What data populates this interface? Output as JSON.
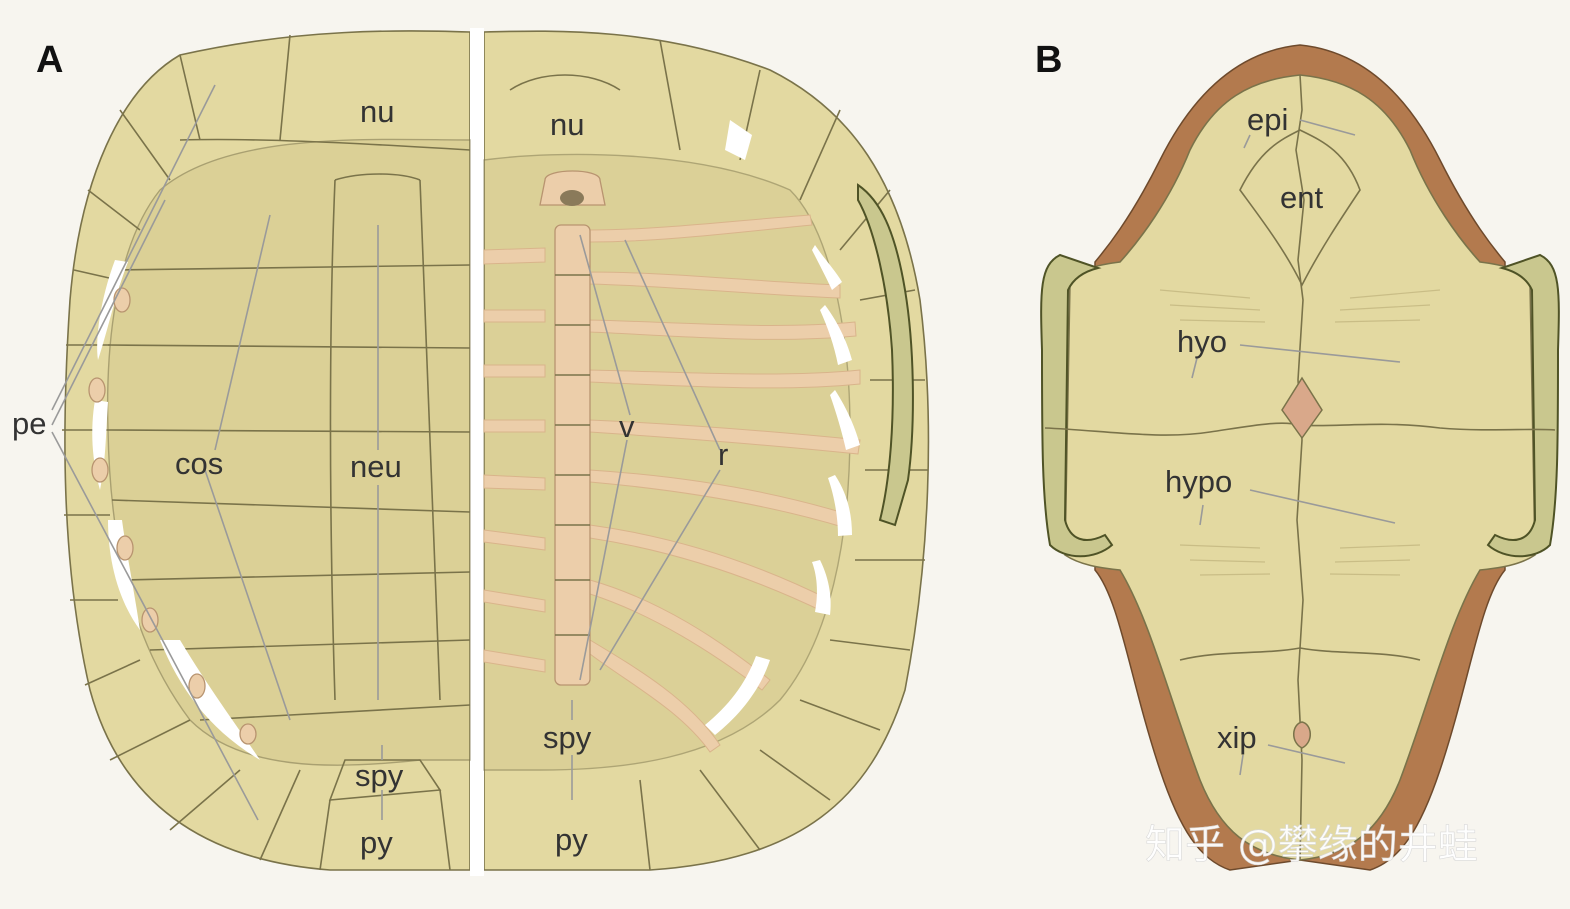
{
  "panels": {
    "a": {
      "letter": "A"
    },
    "b": {
      "letter": "B"
    }
  },
  "labels": {
    "nu_left": "nu",
    "nu_right": "nu",
    "pe": "pe",
    "cos": "cos",
    "neu": "neu",
    "spy_left": "spy",
    "spy_right": "spy",
    "py_left": "py",
    "py_right": "py",
    "v": "v",
    "r": "r",
    "epi": "epi",
    "ent": "ent",
    "hyo": "hyo",
    "hypo": "hypo",
    "xip": "xip"
  },
  "watermark": "知乎 @攀缘的井蛙",
  "colors": {
    "bone": "#e3d9a1",
    "rib": "#ecceaa",
    "scute": "#b37a4e",
    "outline": "#7a734a",
    "background": "#f7f5ef"
  }
}
